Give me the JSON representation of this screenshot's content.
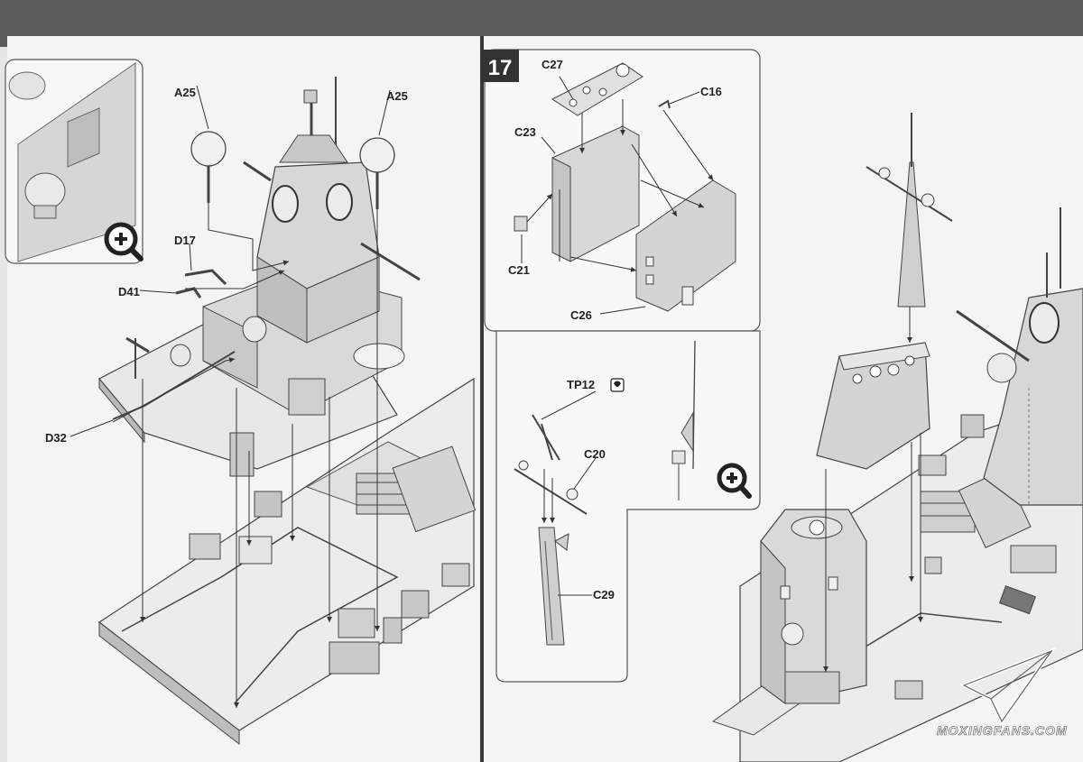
{
  "step": {
    "number": "17"
  },
  "labels": {
    "a25_left": "A25",
    "a25_right": "A25",
    "d17": "D17",
    "d41": "D41",
    "d32": "D32",
    "c27": "C27",
    "c16": "C16",
    "c23": "C23",
    "c21": "C21",
    "c26": "C26",
    "tp12": "TP12",
    "c20": "C20",
    "c29": "C29"
  },
  "watermark": {
    "text": "MOXINGFANS.COM"
  },
  "icons": [
    "magnify-plus-icon",
    "glue-icon",
    "paper-plane-logo-icon"
  ]
}
